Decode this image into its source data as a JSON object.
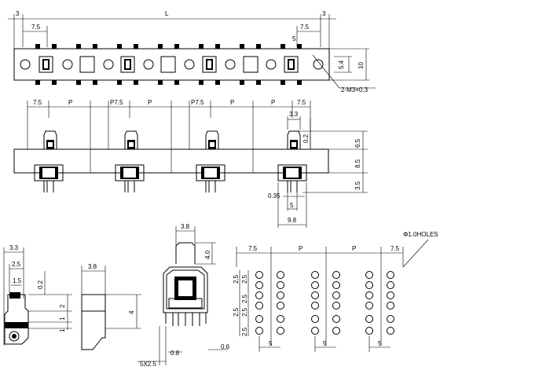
{
  "labels": {
    "top": {
      "left3": "3",
      "L": "L",
      "right3": "3",
      "left75": "7.5",
      "right75": "7.5",
      "dim5": "5",
      "dim54": "5.4",
      "dim10": "10",
      "mounting": "2-M3×0.3"
    },
    "side": {
      "d75a": "7.5",
      "pa": "P",
      "p75b": "P7.5",
      "pb": "P",
      "p75c": "P7.5",
      "pc": "P",
      "pd": "P",
      "d75e": "7.5",
      "d33": "3.3",
      "d02": "0.2",
      "d65": "6.5",
      "d85": "8.5",
      "d35": "3.5",
      "d035": "0.35",
      "d5": "5",
      "d98": "9.8"
    },
    "detail1": {
      "d33": "3.3",
      "d25": "2.5",
      "d15": "1.5",
      "d02": "0.2",
      "d2": "2",
      "d1a": "1",
      "d1b": "1"
    },
    "detail2": {
      "d38": "3.8",
      "d4": "4"
    },
    "detail3": {
      "d38": "3.8",
      "d40": "4.0",
      "pitch": "5X2.5",
      "d08": "0.8",
      "d06": "0.6"
    },
    "holes": {
      "note": "Φ1.0HOLES",
      "d75l": "7.5",
      "p1": "P",
      "p2": "P",
      "d75r": "7.5",
      "v1": "2.5",
      "v2": "2.5",
      "v3": "2.5",
      "v4": "2.5",
      "v5": "2.5",
      "v6": "2.5",
      "b1": "5",
      "b2": "5",
      "b3": "5"
    }
  }
}
